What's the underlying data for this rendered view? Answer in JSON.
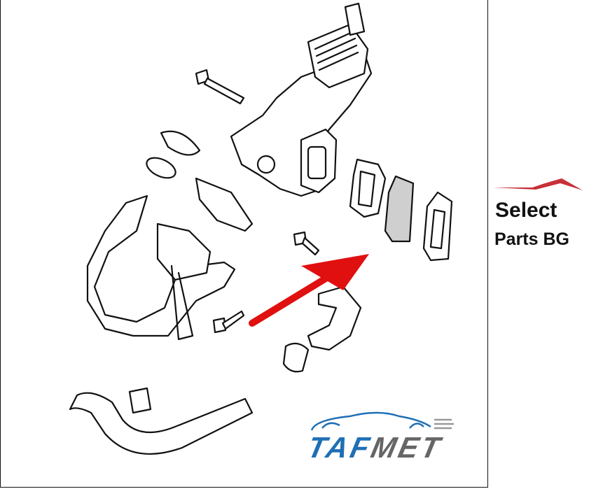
{
  "watermark_logo": {
    "line1": "Select",
    "line2": "Parts BG",
    "accent_color": "#c8303a"
  },
  "brand_logo": {
    "text_blue": "TAF",
    "text_gray": "MET",
    "blue": "#1f6fb5",
    "gray": "#666666"
  },
  "arrow": {
    "color": "#e01010",
    "points_to": "gasket"
  },
  "gasket_fill": "#cfcfcf"
}
